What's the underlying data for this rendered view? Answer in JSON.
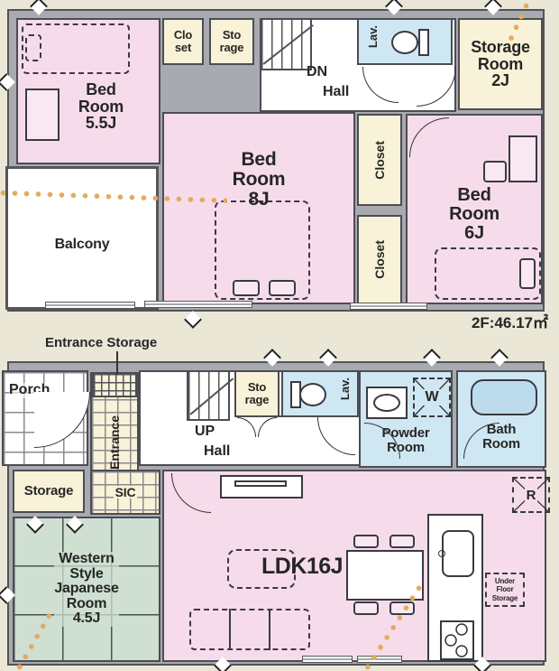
{
  "meta": {
    "type": "floor-plan",
    "floors": 2
  },
  "colors": {
    "background": "#eae7d6",
    "wall": "#a9a9b0",
    "room_pink": "#f6dceb",
    "room_cream": "#f8f2d8",
    "room_blue": "#cfe7f2",
    "room_green": "#cfdfd2",
    "accent_dots": "#e3aa60",
    "line": "#3a3a42"
  },
  "icons": {
    "door": "quarter-arc",
    "vent": "triangle-marker",
    "bed": "dashed-rect",
    "toilet": "bowl-and-tank",
    "bathtub": "rounded-rect",
    "washer": "dashed-box-x",
    "fridge": "dashed-box-x",
    "stove": "three-burners"
  },
  "floor2": {
    "area_label": "2F:46.17㎡",
    "rooms": {
      "bedroom55": {
        "lines": [
          "Bed",
          "Room",
          "5.5J"
        ]
      },
      "closet": {
        "lines": [
          "Clo",
          "set"
        ]
      },
      "storage": {
        "lines": [
          "Sto",
          "rage"
        ]
      },
      "stair_hall": {
        "dn": "DN",
        "hall": "Hall"
      },
      "lav": {
        "label": "Lav."
      },
      "storage_room": {
        "lines": [
          "Storage",
          "Room",
          "2J"
        ]
      },
      "bedroom8": {
        "lines": [
          "Bed",
          "Room",
          "8J"
        ]
      },
      "closet_upper": {
        "label": "Closet"
      },
      "closet_lower": {
        "label": "Closet"
      },
      "bedroom6": {
        "lines": [
          "Bed",
          "Room",
          "6J"
        ]
      },
      "balcony": {
        "label": "Balcony"
      }
    }
  },
  "floor1": {
    "annotation": {
      "entrance_storage": "Entrance Storage"
    },
    "rooms": {
      "porch": {
        "label": "Porch"
      },
      "entrance": {
        "label": "Entrance"
      },
      "stair_hall": {
        "up": "UP",
        "hall": "Hall"
      },
      "storage_small": {
        "lines": [
          "Sto",
          "rage"
        ]
      },
      "lav": {
        "label": "Lav."
      },
      "powder": {
        "lines": [
          "Powder",
          "Room"
        ],
        "washer": "W"
      },
      "bath": {
        "lines": [
          "Bath",
          "Room"
        ]
      },
      "storage": {
        "label": "Storage"
      },
      "sic": {
        "label": "SIC"
      },
      "western": {
        "lines": [
          "Western",
          "Style",
          "Japanese",
          "Room",
          "4.5J"
        ]
      },
      "ldk": {
        "label": "LDK16J",
        "fridge": "R",
        "under_floor": [
          "Under",
          "Floor",
          "Storage"
        ]
      }
    }
  }
}
